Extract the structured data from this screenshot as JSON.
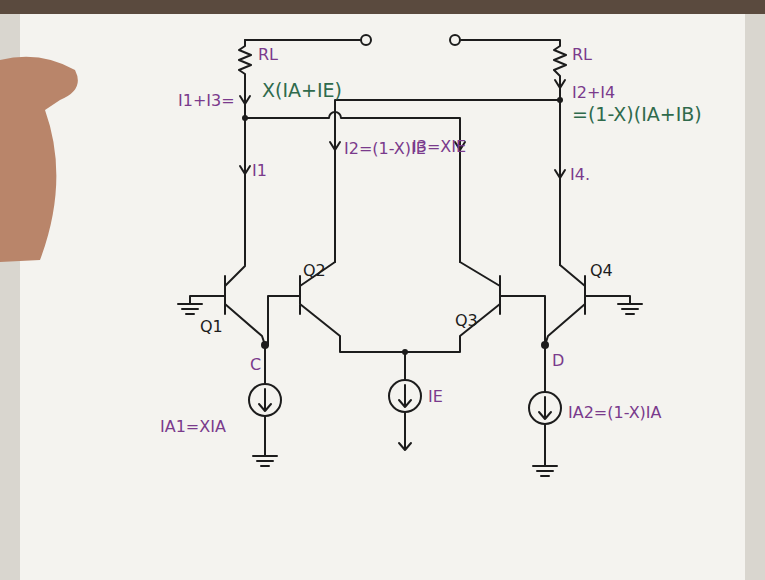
{
  "diagram": {
    "labels": [
      "RL",
      "I1+I3=",
      "X(IA+IE)",
      "RL",
      "I2+I4",
      "=(1-X)(IA+IB)",
      "I1",
      "I2=(1-X)IE",
      "I3=XIE",
      "I4.",
      "Q1",
      "Q2",
      "Q3",
      "Q4",
      "C",
      "D",
      "IA1=XIA",
      "IE",
      "IA2=(1-X)IA"
    ]
  }
}
